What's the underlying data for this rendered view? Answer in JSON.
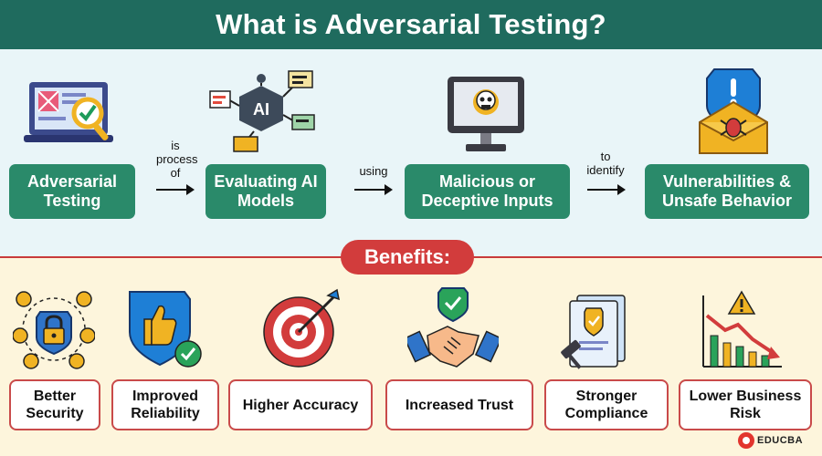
{
  "header": {
    "title": "What is Adversarial Testing?"
  },
  "flow": {
    "steps": [
      {
        "label": "Adversarial Testing",
        "icon": "laptop-inspection-icon"
      },
      {
        "label": "Evaluating AI Models",
        "icon": "ai-chip-network-icon"
      },
      {
        "label": "Malicious or Deceptive Inputs",
        "icon": "skull-monitor-icon"
      },
      {
        "label": "Vulnerabilities & Unsafe Behavior",
        "icon": "bug-warning-shield-icon"
      }
    ],
    "connectors": [
      "is process of",
      "using",
      "to identify"
    ]
  },
  "benefits": {
    "title": "Benefits:",
    "items": [
      {
        "label": "Better Security",
        "icon": "padlock-shield-icon"
      },
      {
        "label": "Improved Reliability",
        "icon": "thumbs-up-shield-icon"
      },
      {
        "label": "Higher Accuracy",
        "icon": "target-arrow-icon"
      },
      {
        "label": "Increased Trust",
        "icon": "handshake-shield-icon"
      },
      {
        "label": "Stronger Compliance",
        "icon": "document-gavel-icon"
      },
      {
        "label": "Lower Business Risk",
        "icon": "falling-chart-warning-icon"
      }
    ]
  },
  "brand": {
    "name": "EDUCBA"
  },
  "colors": {
    "header": "#1f6b5e",
    "step": "#2a8a6a",
    "accent": "#d23c3c",
    "top_bg": "#e9f5f8",
    "bottom_bg": "#fdf5dc"
  }
}
